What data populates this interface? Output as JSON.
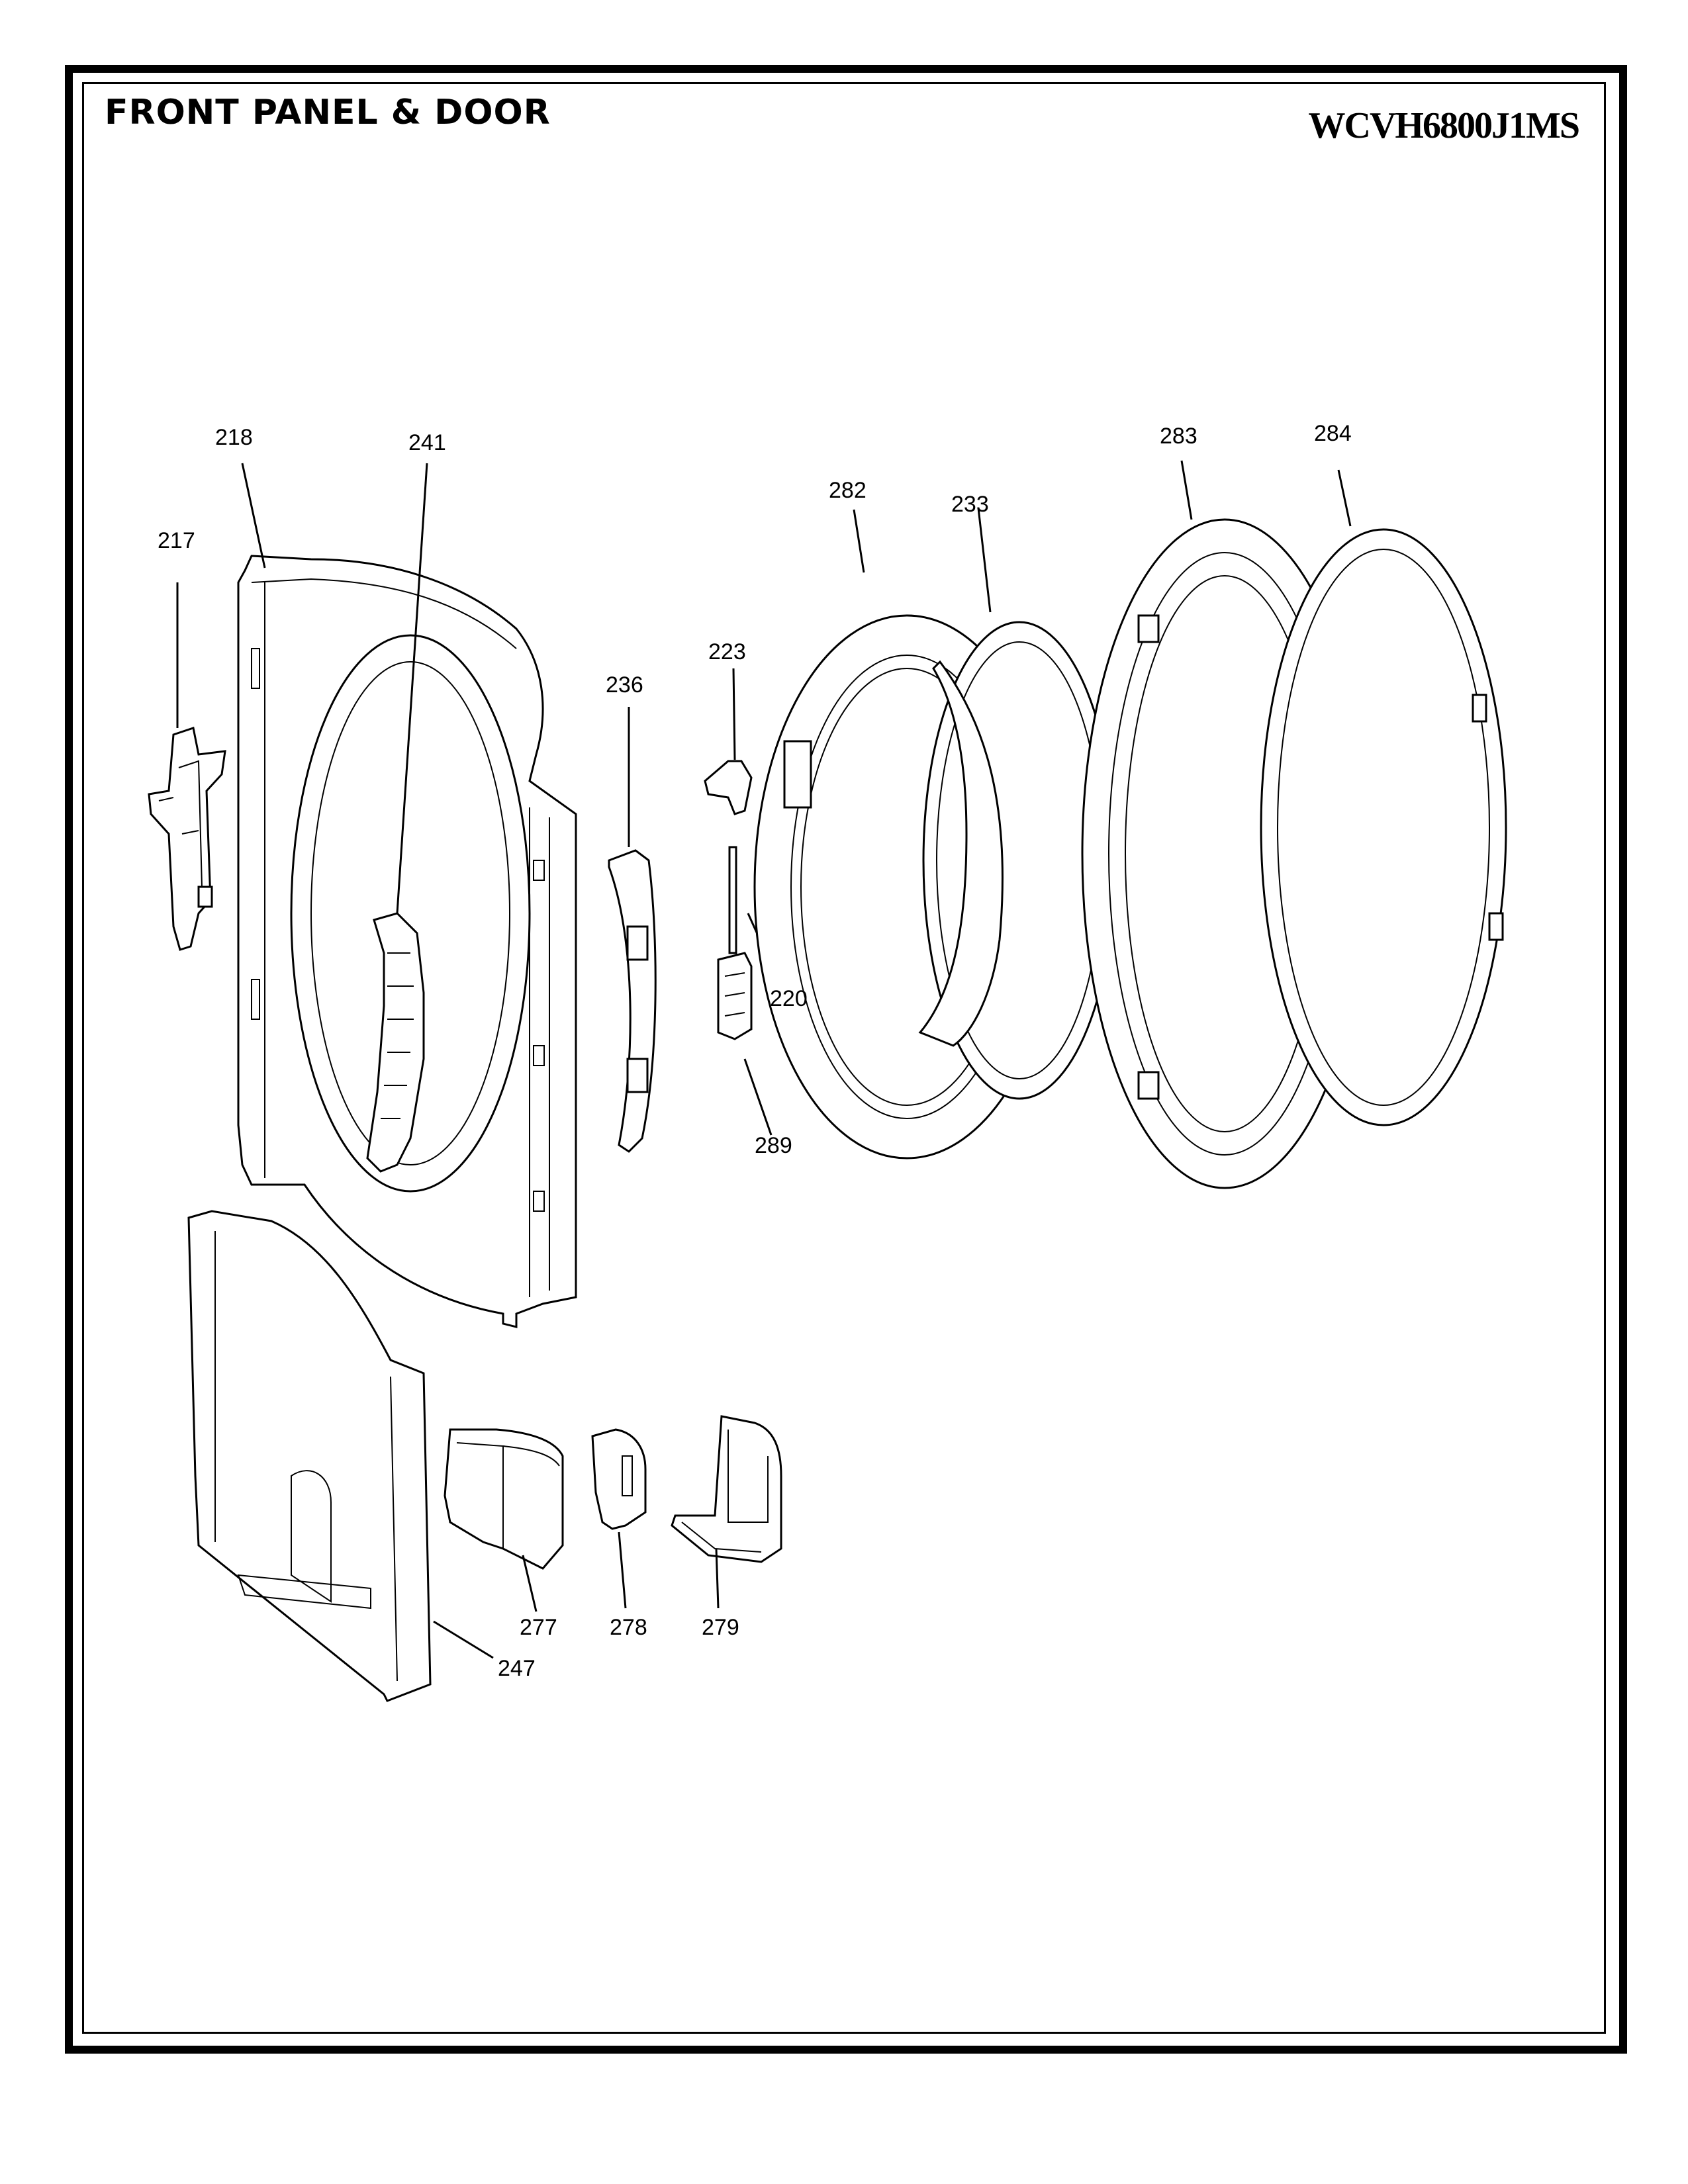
{
  "header": {
    "title": "FRONT PANEL & DOOR",
    "model": "WCVH6800J1MS"
  },
  "callouts": {
    "c218": "218",
    "c241": "241",
    "c217": "217",
    "c236": "236",
    "c223": "223",
    "c220": "220",
    "c289": "289",
    "c282": "282",
    "c233": "233",
    "c283": "283",
    "c284": "284",
    "c277": "277",
    "c278": "278",
    "c279": "279",
    "c247": "247"
  }
}
